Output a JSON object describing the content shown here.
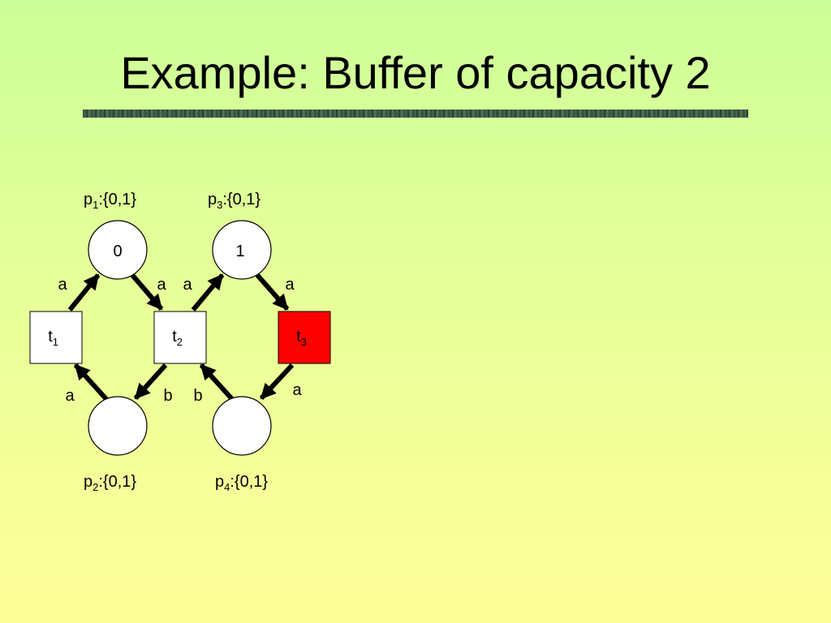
{
  "title": "Example: Buffer of capacity 2",
  "places": [
    {
      "id": "p1",
      "name": "p",
      "index": "1",
      "domain": ":{0,1}",
      "token": "0"
    },
    {
      "id": "p2",
      "name": "p",
      "index": "2",
      "domain": ":{0,1}",
      "token": ""
    },
    {
      "id": "p3",
      "name": "p",
      "index": "3",
      "domain": ":{0,1}",
      "token": "1"
    },
    {
      "id": "p4",
      "name": "p",
      "index": "4",
      "domain": ":{0,1}",
      "token": ""
    }
  ],
  "transitions": [
    {
      "id": "t1",
      "name": "t",
      "index": "1",
      "fill": "#ffffff"
    },
    {
      "id": "t2",
      "name": "t",
      "index": "2",
      "fill": "#ffffff"
    },
    {
      "id": "t3",
      "name": "t",
      "index": "3",
      "fill": "#ff0000"
    }
  ],
  "arcs": [
    {
      "from": "t1",
      "to": "p1",
      "label": "a"
    },
    {
      "from": "p1",
      "to": "t2",
      "label": "a"
    },
    {
      "from": "t2",
      "to": "p3",
      "label": "a"
    },
    {
      "from": "p3",
      "to": "t3",
      "label": "a"
    },
    {
      "from": "p2",
      "to": "t1",
      "label": "a"
    },
    {
      "from": "t2",
      "to": "p2",
      "label": "b"
    },
    {
      "from": "p4",
      "to": "t2",
      "label": "b"
    },
    {
      "from": "t3",
      "to": "p4",
      "label": "a"
    }
  ]
}
